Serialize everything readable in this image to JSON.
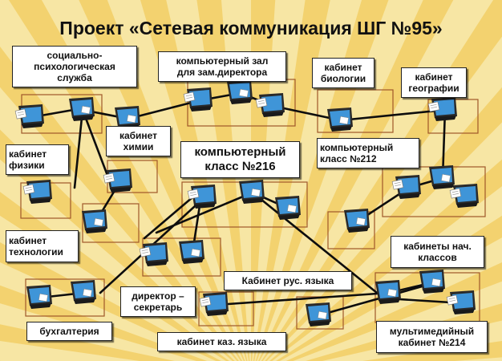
{
  "title": "Проект «Сетевая коммуникация ШГ №95»",
  "colors": {
    "background": "#f7e6a4",
    "rays": "#f2cc5e",
    "group_border": "#a0582a",
    "link": "#0d0d0d",
    "monitor_screen": "#3f95d8",
    "document": "#ffffff"
  },
  "icons": {
    "workstation": "computer-with-document-icon"
  },
  "labels": {
    "psych": "социально-\nпсихологическая\nслужба",
    "comp_hall": "компьютерный зал\nдля зам.директора",
    "biology": "кабинет\nбиологии",
    "geography": "кабинет\nгеографии",
    "chemistry": "кабинет\nхимии",
    "physics": "кабинет\nфизики",
    "class216": "компьютерный\nкласс №216",
    "class212": "компьютерный\nкласс №212",
    "technology": "кабинет\nтехнологии",
    "primary": "кабинеты нач.\nклассов",
    "russian": "Кабинет рус. языка",
    "director": "директор –\nсекретарь",
    "accounting": "бухгалтерия",
    "kazakh": "кабинет каз. языка",
    "multimedia": "мультимедийный\nкабинет №214"
  }
}
